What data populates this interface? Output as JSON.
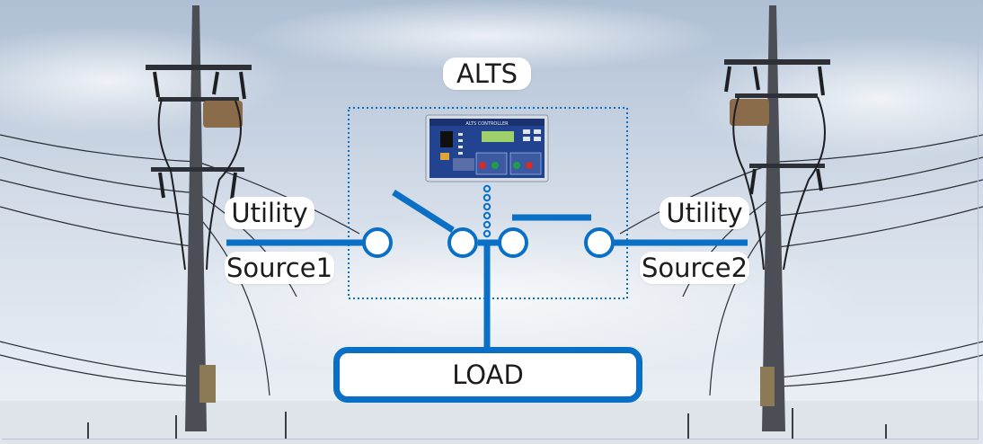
{
  "diagram": {
    "alts_label": "ALTS",
    "utility_left": "Utility",
    "source_left": "Source1",
    "utility_right": "Utility",
    "source_right": "Source2",
    "load_label": "LOAD",
    "controller_caption": "ALTS CONTROLLER"
  },
  "colors": {
    "line_blue": "#0a70c5",
    "sky_top": "#b7c8db",
    "sky_bottom": "#e9eef4",
    "panel_blue": "#1f3f8a"
  }
}
